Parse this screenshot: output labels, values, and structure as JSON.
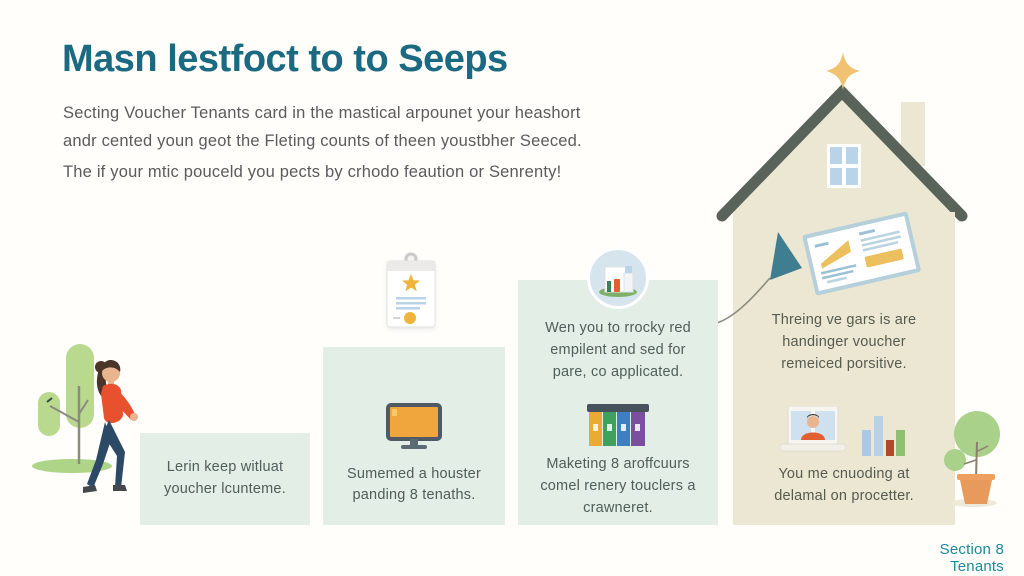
{
  "title": "Masn lestfoct to to Seeps",
  "intro": {
    "line1": "Secting Voucher Tenants card in the mastical arpounet your heashort",
    "line2": "andr cented youn geot the Fleting counts of theen youstbher Seeced.",
    "line3": "The if your mtic pouceld you pects by crhodo feaution or Senrenty!"
  },
  "steps": {
    "step1": {
      "label": "Lerin keep witluat youcher lcunteme."
    },
    "step2": {
      "label": "Sumemed a houster panding 8 tenaths.",
      "icon": "monitor-icon"
    },
    "step3": {
      "label_top": "Wen you to rrocky red empilent and sed for pare, co applicated.",
      "label_bottom": "Maketing 8 aroffcuurs comel renery touclers a crawneret.",
      "icons": [
        "house-badge-icon",
        "books-icon"
      ]
    },
    "step4": {
      "label_top": "Threing ve gars is are handinger voucher remeiced porsitive.",
      "label_bottom": "You me cnuoding at delamal on procetter.",
      "icons": [
        "laptop-person-icon",
        "bar-chart-icon"
      ]
    }
  },
  "floating_icons": [
    "clipboard-icon",
    "voucher-check-icon",
    "curved-arrow-icon",
    "sparkle-icon"
  ],
  "scene": [
    "walking-person",
    "tree",
    "house-with-chimney",
    "potted-plant"
  ],
  "footer": "Section 8 Tenants",
  "colors": {
    "title_teal": "#1c6a82",
    "footer_teal": "#1b8b99",
    "body_gray": "#5b5b5b",
    "step_text": "#4f5e58",
    "mint_block": "#e2eee6",
    "beige_house": "#ece7d2",
    "roof_slate": "#5a635a",
    "accent_orange": "#f0a63c",
    "accent_yellow": "#f0c272",
    "person_shirt": "#e8512e",
    "person_pants": "#2c4a66",
    "tree_green": "#b8d98e",
    "pot_orange": "#e89a5c",
    "arrow_teal": "#3e7e90"
  }
}
